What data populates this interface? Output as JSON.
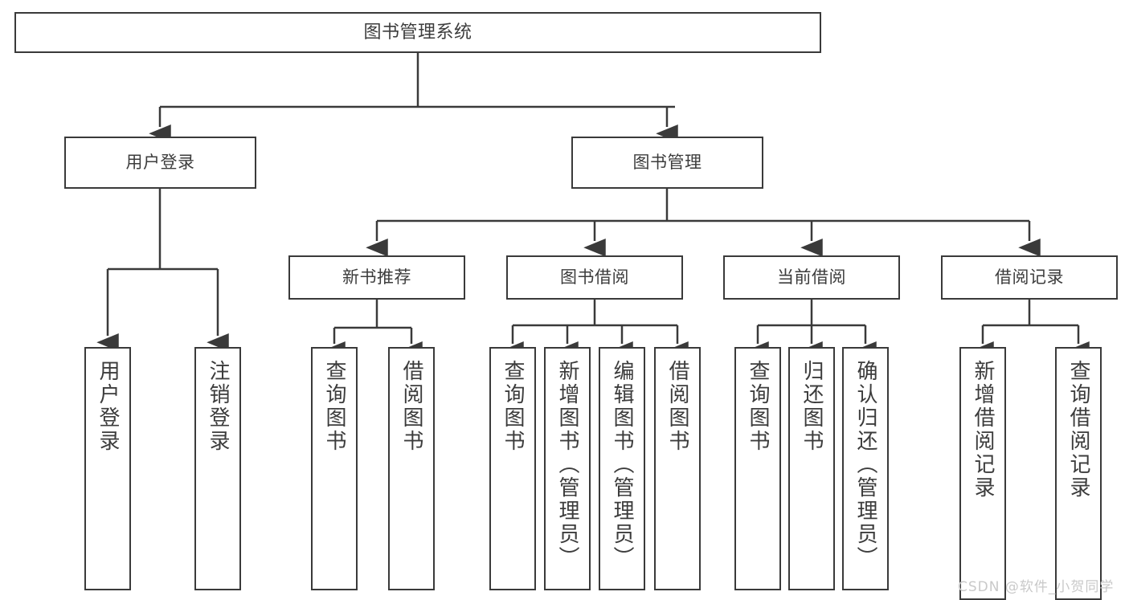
{
  "diagram": {
    "type": "tree-hierarchy",
    "title": "图书管理系统",
    "root": {
      "label": "图书管理系统"
    },
    "level1": [
      {
        "label": "用户登录"
      },
      {
        "label": "图书管理"
      }
    ],
    "level2": [
      {
        "label": "新书推荐"
      },
      {
        "label": "图书借阅"
      },
      {
        "label": "当前借阅"
      },
      {
        "label": "借阅记录"
      }
    ],
    "leaves": {
      "user_login": [
        {
          "label": "用户登录"
        },
        {
          "label": "注销登录"
        }
      ],
      "new_book_recommend": [
        {
          "label": "查询图书"
        },
        {
          "label": "借阅图书"
        }
      ],
      "book_borrow": [
        {
          "label": "查询图书"
        },
        {
          "label": "新增图书（管理员）"
        },
        {
          "label": "编辑图书（管理员）"
        },
        {
          "label": "借阅图书"
        }
      ],
      "current_borrow": [
        {
          "label": "查询图书"
        },
        {
          "label": "归还图书"
        },
        {
          "label": "确认归还（管理员）"
        }
      ],
      "borrow_record": [
        {
          "label": "新增借阅记录"
        },
        {
          "label": "查询借阅记录"
        }
      ]
    }
  },
  "watermark": {
    "text": "CSDN @软件_小贺同学"
  },
  "colors": {
    "stroke": "#3a3a3a",
    "text": "#3c3c3c",
    "background": "#ffffff",
    "watermark": "#c9c9c9"
  }
}
